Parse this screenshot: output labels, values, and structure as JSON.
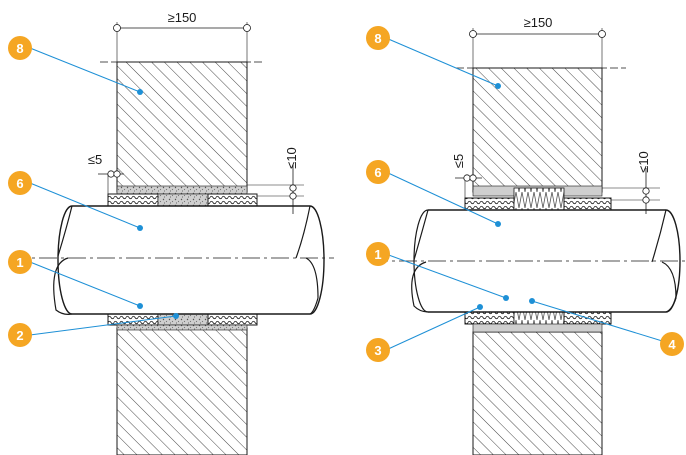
{
  "colors": {
    "accent": "#f5a623",
    "leader": "#1e90d6",
    "line": "#1a1a1a"
  },
  "left_detail": {
    "dim_top": "≥150",
    "dim_gap": "≤5",
    "dim_side": "≤10",
    "badges": [
      {
        "label": "8"
      },
      {
        "label": "6"
      },
      {
        "label": "1"
      },
      {
        "label": "2"
      }
    ]
  },
  "right_detail": {
    "dim_top": "≥150",
    "dim_gap": "≤5",
    "dim_side": "≤10",
    "badges": [
      {
        "label": "8"
      },
      {
        "label": "6"
      },
      {
        "label": "1"
      },
      {
        "label": "3"
      },
      {
        "label": "4"
      }
    ]
  }
}
